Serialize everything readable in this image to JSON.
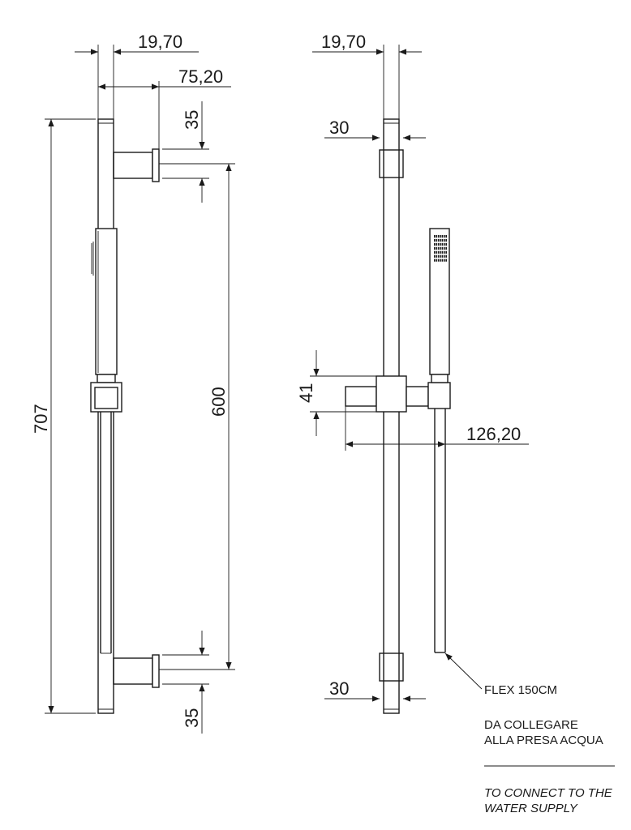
{
  "dimensions": {
    "left_bar_width": "19,70",
    "left_outlet_depth": "75,20",
    "left_top_outlet_height": "35",
    "left_bottom_outlet_height": "35",
    "total_height": "707",
    "outlet_spacing": "600",
    "right_bar_width": "19,70",
    "right_top_bracket": "30",
    "right_bottom_bracket": "30",
    "slider_height": "41",
    "slider_depth": "126,20"
  },
  "notes": {
    "flex": "FLEX 150CM",
    "it_line1": "DA COLLEGARE",
    "it_line2": "ALLA PRESA ACQUA",
    "en_line1": "TO CONNECT TO THE",
    "en_line2": "WATER SUPPLY"
  },
  "colors": {
    "ink": "#1a1a1a",
    "paper": "#ffffff"
  }
}
